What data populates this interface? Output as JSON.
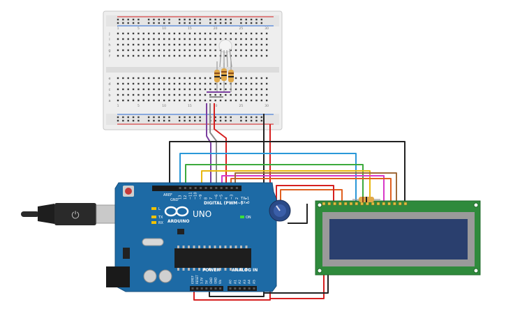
{
  "arduino": {
    "logo": "ARDUINO",
    "model": "UNO",
    "digital_label": "DIGITAL (PWM~)",
    "power_label": "POWER",
    "analog_label": "ANALOG IN",
    "on_label": "ON",
    "led_l": "L",
    "led_tx": "TX",
    "led_rx": "RX",
    "aref": "AREF",
    "gnd": "GND",
    "tx_pin": "TX▸1",
    "rx_pin": "RX◂0",
    "digital_pins": [
      "13",
      "12",
      "~11",
      "~10",
      "~9",
      "8",
      "7",
      "~6",
      "~5",
      "4",
      "~3",
      "2"
    ],
    "power_pins": [
      "IOREF",
      "RESET",
      "3.3V",
      "5V",
      "GND",
      "GND",
      "Vin"
    ],
    "analog_pins": [
      "A0",
      "A1",
      "A2",
      "A3",
      "A4",
      "A5"
    ]
  },
  "breadboard": {
    "rows_top": [
      "j",
      "i",
      "h",
      "g",
      "f"
    ],
    "rows_bottom": [
      "e",
      "d",
      "c",
      "b",
      "a"
    ],
    "columns": [
      "1",
      "5",
      "10",
      "15",
      "20",
      "25",
      "30"
    ]
  },
  "colors": {
    "board": "#1d6aa5",
    "board_dark": "#154f7c",
    "breadboard": "#eeeeee",
    "lcd_pcb": "#2f8a3c",
    "lcd_screen": "#2a3f6e",
    "wire_red": "#d62020",
    "wire_black": "#222222",
    "wire_purple": "#7b3fa0",
    "wire_gray": "#8a8a8a",
    "wire_blue": "#2a98d8",
    "wire_green": "#3caa3c",
    "wire_yellow": "#e8b810",
    "wire_pink": "#d838c8",
    "wire_orange": "#e06020",
    "wire_brown": "#a06a3a"
  }
}
